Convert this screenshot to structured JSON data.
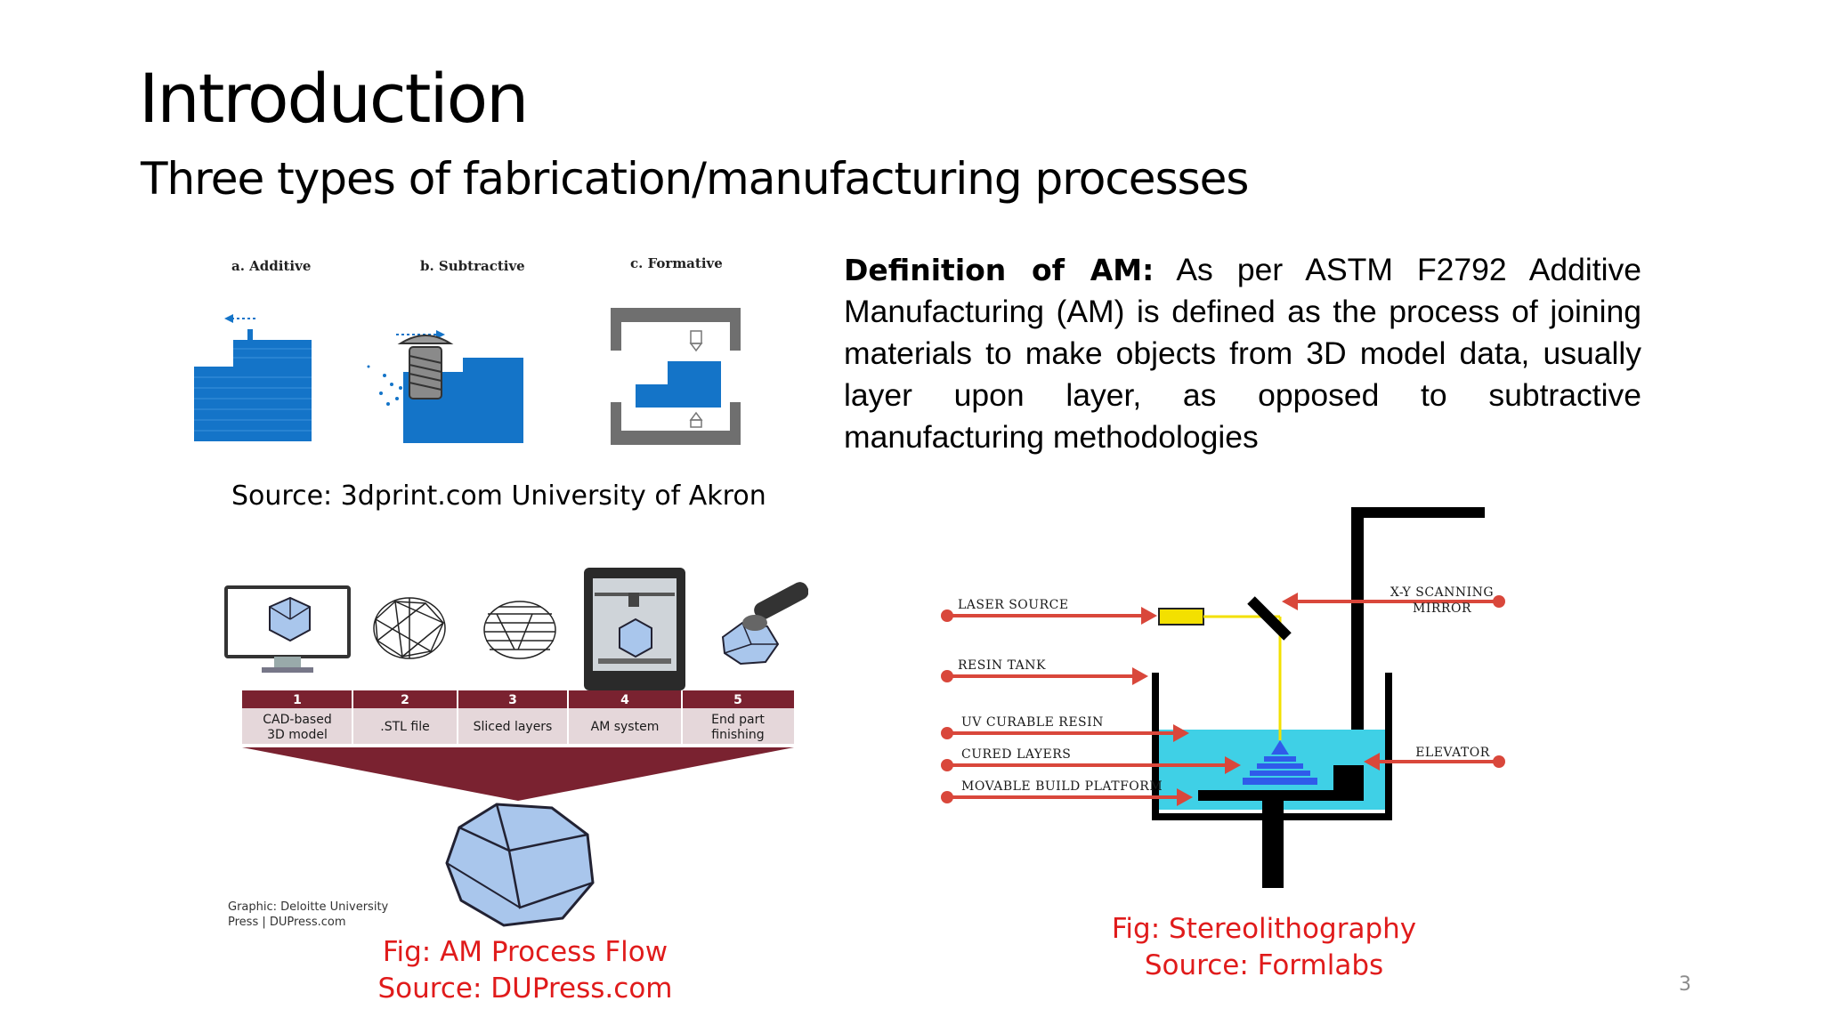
{
  "slide": {
    "title": "Introduction",
    "subtitle": "Three types of fabrication/manufacturing processes",
    "page_number": "3"
  },
  "definition": {
    "heading": "Definition of AM:",
    "body": "As per ASTM F2792 Additive Manufacturing (AM) is defined as the process of joining materials to make objects from 3D model data, usually layer upon layer, as opposed to subtractive manufacturing methodologies"
  },
  "types_figure": {
    "labels": [
      "a. Additive",
      "b. Subtractive",
      "c. Formative"
    ],
    "source": "Source: 3dprint.com University of Akron"
  },
  "process_flow": {
    "steps": [
      {
        "num": "1",
        "label_line1": "CAD-based",
        "label_line2": "3D model"
      },
      {
        "num": "2",
        "label_line1": ".STL file",
        "label_line2": ""
      },
      {
        "num": "3",
        "label_line1": "Sliced layers",
        "label_line2": ""
      },
      {
        "num": "4",
        "label_line1": "AM system",
        "label_line2": ""
      },
      {
        "num": "5",
        "label_line1": "End part",
        "label_line2": "finishing"
      }
    ],
    "credit_line1": "Graphic: Deloitte University",
    "credit_line2": "Press | DUPress.com",
    "caption_line1": "Fig: AM Process Flow",
    "caption_line2": "Source: DUPress.com"
  },
  "stereolithography": {
    "labels": {
      "laser_source": "LASER SOURCE",
      "resin_tank": "RESIN TANK",
      "uv_resin": "UV CURABLE RESIN",
      "cured_layers": "CURED LAYERS",
      "platform": "MOVABLE BUILD PLATFORM",
      "mirror_line1": "X-Y SCANNING",
      "mirror_line2": "MIRROR",
      "elevator": "ELEVATOR"
    },
    "caption_line1": "Fig: Stereolithography",
    "caption_line2": "Source: Formlabs"
  },
  "colors": {
    "accent_red": "#e01b1b",
    "process_blue": "#1474c8",
    "flow_bar": "#7a2230",
    "resin_cyan": "#3fd0e6",
    "laser_yellow": "#f3e000",
    "arrow_red": "#d9473b"
  }
}
